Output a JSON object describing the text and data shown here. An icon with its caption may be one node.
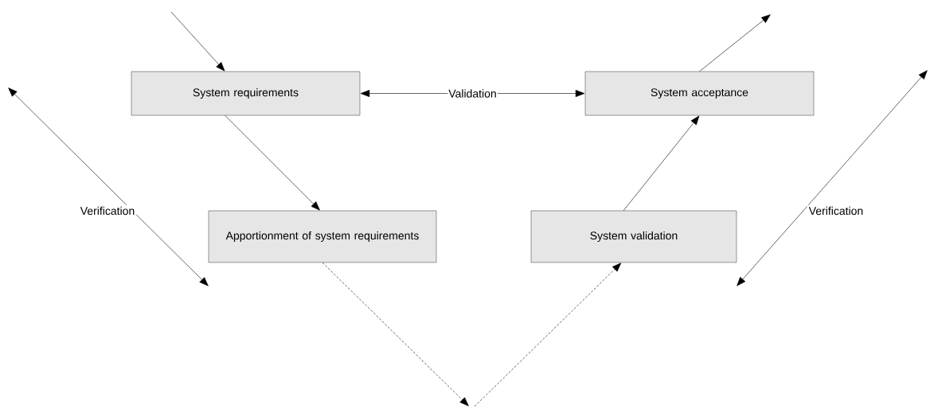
{
  "diagram": {
    "nodes": [
      {
        "text": [
          "System requirements"
        ]
      },
      {
        "text": [
          "System acceptance"
        ]
      },
      {
        "text": [
          "Apportionment of system requirements"
        ]
      },
      {
        "text": [
          "System validation"
        ]
      }
    ],
    "edges": [
      {
        "from": null,
        "to": 0,
        "arrow": "to"
      },
      {
        "from": 0,
        "to": 1,
        "arrow": "both",
        "label": "Validation"
      },
      {
        "from": 1,
        "to": null,
        "arrow": "to"
      },
      {
        "from": 0,
        "to": 2,
        "arrow": "to"
      },
      {
        "from": 3,
        "to": 1,
        "arrow": "to"
      },
      {
        "from": 2,
        "to": null,
        "arrow": "to",
        "style": "dashed"
      },
      {
        "from": null,
        "to": 3,
        "arrow": "to",
        "style": "dashed"
      }
    ],
    "labels": [
      "Verification",
      "Verification"
    ]
  }
}
